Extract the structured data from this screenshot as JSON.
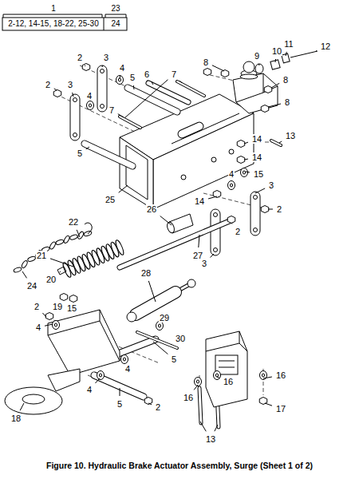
{
  "diagram": {
    "caption": "Figure 10. Hydraulic Brake Actuator Assembly, Surge (Sheet 1 of 2)",
    "labels": [
      "1",
      "2-12, 14-15, 18-22, 25-30",
      "23",
      "24",
      "2",
      "3",
      "4",
      "5",
      "6",
      "7",
      "8",
      "9",
      "10",
      "11",
      "12",
      "2",
      "3",
      "4",
      "7",
      "8",
      "8",
      "13",
      "14",
      "5",
      "14",
      "15",
      "4",
      "3",
      "2",
      "25",
      "14",
      "26",
      "2",
      "3",
      "22",
      "27",
      "21",
      "20",
      "24",
      "28",
      "19",
      "15",
      "2",
      "4",
      "29",
      "30",
      "5",
      "4",
      "4",
      "18",
      "5",
      "2",
      "16",
      "16",
      "16",
      "13",
      "17"
    ]
  }
}
